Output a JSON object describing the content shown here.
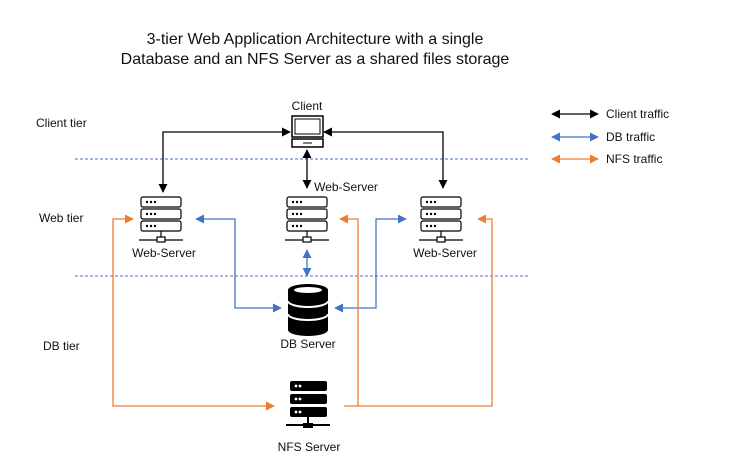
{
  "title": {
    "line1": "3-tier Web Application Architecture with a single",
    "line2": "Database and an NFS  Server as a shared files storage"
  },
  "tiers": {
    "client": "Client tier",
    "web": "Web tier",
    "db": "DB tier"
  },
  "nodes": {
    "client": "Client",
    "web_left": "Web-Server",
    "web_center": "Web-Server",
    "web_right": "Web-Server",
    "db": "DB Server",
    "nfs": "NFS Server"
  },
  "legend": [
    {
      "label": "Client traffic",
      "color": "#000000",
      "icon": "double-arrow"
    },
    {
      "label": "DB traffic",
      "color": "#4472C4",
      "icon": "double-arrow"
    },
    {
      "label": "NFS traffic",
      "color": "#ED7D31",
      "icon": "double-arrow"
    }
  ],
  "colors": {
    "client_traffic": "#000000",
    "db_traffic": "#4472C4",
    "nfs_traffic": "#ED7D31",
    "tier_divider": "#4472C4"
  }
}
